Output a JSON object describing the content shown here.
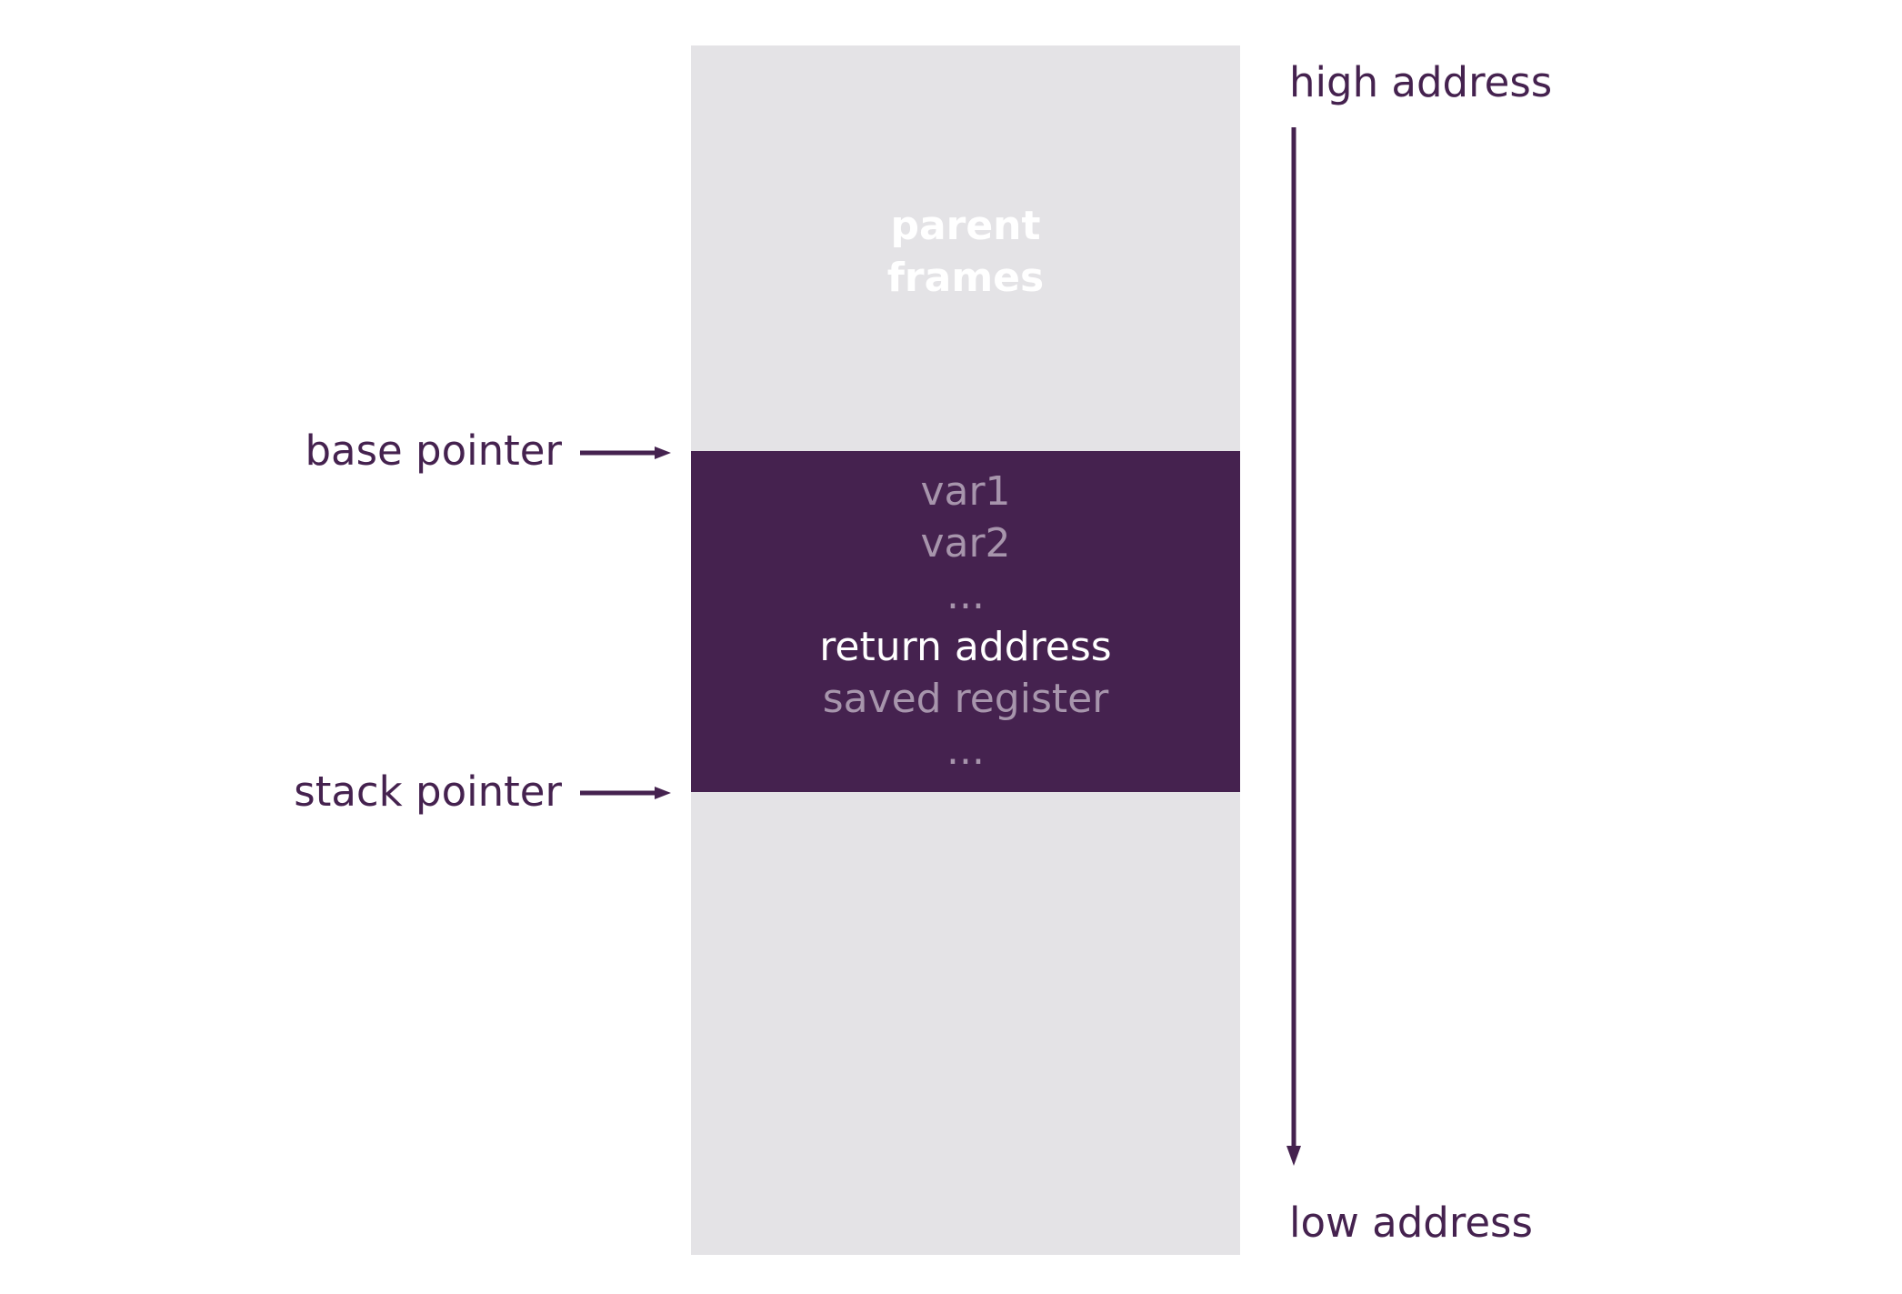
{
  "diagram": {
    "parent_frames": "parent\nframes",
    "current_frame_lines": [
      {
        "text": "var1",
        "style": "dim"
      },
      {
        "text": "var2",
        "style": "dim"
      },
      {
        "text": "...",
        "style": "dim"
      },
      {
        "text": "return address",
        "style": "bright"
      },
      {
        "text": "saved register",
        "style": "dim"
      },
      {
        "text": "...",
        "style": "dim"
      }
    ],
    "base_pointer_label": "base pointer",
    "stack_pointer_label": "stack pointer",
    "high_address_label": "high address",
    "low_address_label": "low address"
  },
  "colors": {
    "frame": "#45224f",
    "column": "#e4e3e6",
    "label": "#45224f",
    "dim_text": "#a795ac",
    "bright_text": "#ffffff"
  }
}
